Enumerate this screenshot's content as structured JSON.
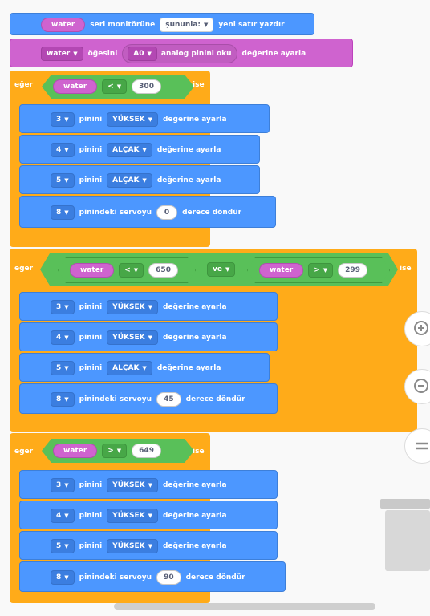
{
  "serial_block": {
    "variable": "water",
    "text1": "seri monitörüne",
    "mode": "şununla:",
    "text2": "yeni satır yazdır"
  },
  "set_block": {
    "variable": "water",
    "text1": "öğesini",
    "pin": "A0",
    "reporter": "analog pinini oku",
    "text2": "değerine ayarla"
  },
  "if_label": "eğer",
  "then_label": "ise",
  "and_label": "ve",
  "if1": {
    "variable": "water",
    "op": "<",
    "value": "300",
    "pins": [
      {
        "pin": "3",
        "text": "pinini",
        "state": "YÜKSEK",
        "suffix": "değerine ayarla"
      },
      {
        "pin": "4",
        "text": "pinini",
        "state": "ALÇAK",
        "suffix": "değerine ayarla"
      },
      {
        "pin": "5",
        "text": "pinini",
        "state": "ALÇAK",
        "suffix": "değerine ayarla"
      }
    ],
    "servo": {
      "pin": "8",
      "text": "pinindeki servoyu",
      "angle": "0",
      "suffix": "derece döndür"
    }
  },
  "if2": {
    "variable": "water",
    "op": "<",
    "value": "650",
    "variable2": "water",
    "op2": ">",
    "value2": "299",
    "pins": [
      {
        "pin": "3",
        "text": "pinini",
        "state": "YÜKSEK",
        "suffix": "değerine ayarla"
      },
      {
        "pin": "4",
        "text": "pinini",
        "state": "YÜKSEK",
        "suffix": "değerine ayarla"
      },
      {
        "pin": "5",
        "text": "pinini",
        "state": "ALÇAK",
        "suffix": "değerine ayarla"
      }
    ],
    "servo": {
      "pin": "8",
      "text": "pinindeki servoyu",
      "angle": "45",
      "suffix": "derece döndür"
    }
  },
  "if3": {
    "variable": "water",
    "op": ">",
    "value": "649",
    "pins": [
      {
        "pin": "3",
        "text": "pinini",
        "state": "YÜKSEK",
        "suffix": "değerine ayarla"
      },
      {
        "pin": "4",
        "text": "pinini",
        "state": "YÜKSEK",
        "suffix": "değerine ayarla"
      },
      {
        "pin": "5",
        "text": "pinini",
        "state": "YÜKSEK",
        "suffix": "değerine ayarla"
      }
    ],
    "servo": {
      "pin": "8",
      "text": "pinindeki servoyu",
      "angle": "90",
      "suffix": "derece döndür"
    }
  },
  "icons": {
    "zoom_in": "zoom-in-icon",
    "zoom_out": "zoom-out-icon",
    "zoom_reset": "zoom-reset-icon",
    "trash": "trash-icon"
  },
  "colors": {
    "motion_blue": "#4c97ff",
    "variable_purple": "#cf63cf",
    "control_orange": "#ffab19",
    "operator_green": "#59c059"
  }
}
